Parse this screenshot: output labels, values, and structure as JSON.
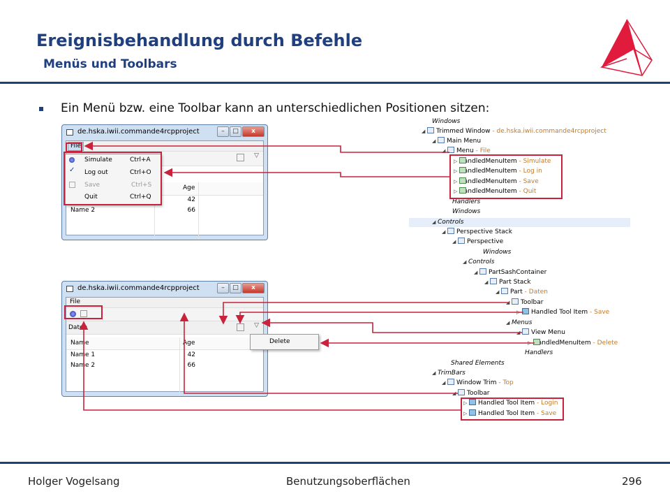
{
  "slide": {
    "title": "Ereignisbehandlung durch Befehle",
    "subtitle": "Menüs und Toolbars",
    "bullet": "Ein Menü bzw. eine Toolbar kann an unterschiedlichen Positionen sitzen:",
    "footer_left": "Holger Vogelsang",
    "footer_center": "Benutzungsoberflächen",
    "footer_right": "296",
    "accent_color": "#1f3f7f",
    "highlight_color": "#c8223c"
  },
  "window1": {
    "title": "de.hska.iwii.commande4rcpproject",
    "menu_file": "File",
    "menu_items": [
      {
        "label": "Simulate",
        "shortcut": "Ctrl+A",
        "icon": "simulate-icon",
        "enabled": true
      },
      {
        "label": "Log out",
        "shortcut": "Ctrl+O",
        "icon": "checkmark-icon",
        "enabled": true
      },
      {
        "label": "Save",
        "shortcut": "Ctrl+S",
        "icon": "save-icon",
        "enabled": false
      },
      {
        "label": "Quit",
        "shortcut": "Ctrl+Q",
        "icon": "",
        "enabled": true
      }
    ],
    "col_age": "Age",
    "rows": [
      {
        "name": "",
        "age": "42"
      },
      {
        "name": "Name 2",
        "age": "66"
      }
    ]
  },
  "window2": {
    "title": "de.hska.iwii.commande4rcpproject",
    "menu_file": "File",
    "part_label": "Daten",
    "columns": [
      "Name",
      "Age"
    ],
    "rows": [
      {
        "name": "Name 1",
        "age": "42"
      },
      {
        "name": "Name 2",
        "age": "66"
      }
    ],
    "view_menu_item": "Delete"
  },
  "tree": {
    "windows": "Windows",
    "trimmed_window": "Trimmed Window",
    "trimmed_window_id": "de.hska.iwii.commande4rcpproject",
    "main_menu": "Main Menu",
    "menu": "Menu",
    "menu_label": "File",
    "handled_menu_item": "HandledMenuItem",
    "menu_items": [
      "Simulate",
      "Log in",
      "Save",
      "Quit"
    ],
    "handlers": "Handlers",
    "windows2": "Windows",
    "controls": "Controls",
    "perspective_stack": "Perspective Stack",
    "perspective": "Perspective",
    "p_windows": "Windows",
    "p_controls": "Controls",
    "part_sash": "PartSashContainer",
    "part_stack": "Part Stack",
    "part": "Part",
    "part_name": "Daten",
    "toolbar": "Toolbar",
    "handled_tool_item": "Handled Tool Item",
    "tool_item_save": "Save",
    "menus": "Menus",
    "view_menu": "View Menu",
    "delete": "Delete",
    "part_handlers": "Handlers",
    "shared_elements": "Shared Elements",
    "trimbars": "TrimBars",
    "window_trim": "Window Trim",
    "window_trim_pos": "Top",
    "trim_toolbar": "Toolbar",
    "trim_items": [
      "Login",
      "Save"
    ]
  }
}
